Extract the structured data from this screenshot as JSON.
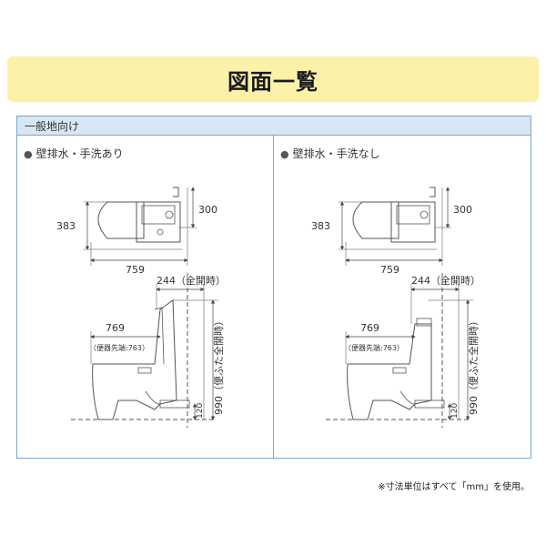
{
  "page_title": "図面一覧",
  "section_header": "一般地向け",
  "variants": [
    {
      "label": "壁排水・手洗あり",
      "top_view": {
        "width": "759",
        "depth": "383",
        "drain_offset": "300"
      },
      "side_view": {
        "seat_open_depth": "244（全開時）",
        "bowl_length": "769",
        "bowl_tip_note": "（便器先端:763）",
        "total_height": "990（便ふた全開時）",
        "drain_height": "120"
      }
    },
    {
      "label": "壁排水・手洗なし",
      "top_view": {
        "width": "759",
        "depth": "383",
        "drain_offset": "300"
      },
      "side_view": {
        "seat_open_depth": "244（全開時）",
        "bowl_length": "769",
        "bowl_tip_note": "（便器先端:763）",
        "total_height": "990（便ふた全開時）",
        "drain_height": "120"
      }
    }
  ],
  "footnote": "※寸法単位はすべて「mm」を使用。",
  "colors": {
    "title_bg": "#fbf1a8",
    "header_bg": "#d8e6f3",
    "border": "#7da6c9"
  }
}
